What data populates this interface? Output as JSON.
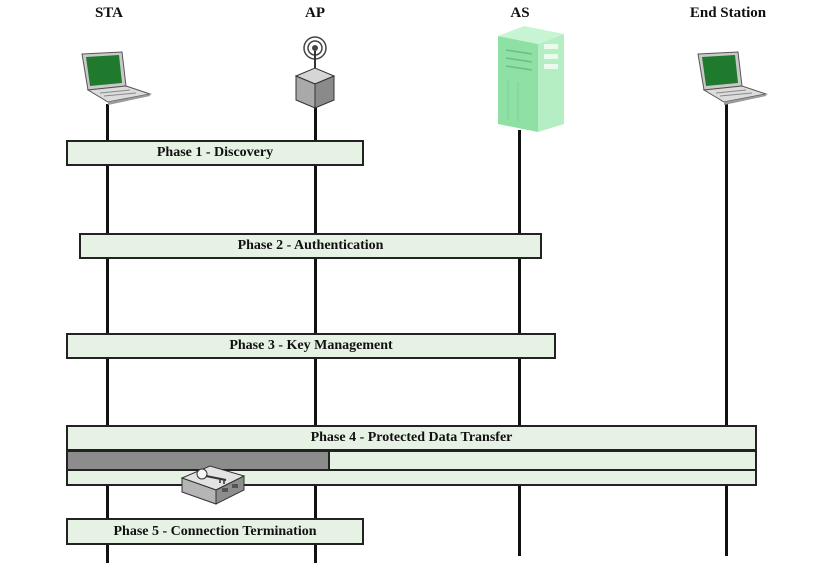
{
  "entities": {
    "sta": "STA",
    "ap": "AP",
    "as": "AS",
    "end_station": "End Station"
  },
  "phases": {
    "p1": "Phase 1 - Discovery",
    "p2": "Phase 2 - Authentication",
    "p3": "Phase 3 - Key Management",
    "p4": "Phase 4 - Protected Data Transfer",
    "p5": "Phase 5 - Connection Termination"
  },
  "icons": {
    "sta": "laptop-icon",
    "ap": "access-point-icon",
    "as": "server-icon",
    "end_station": "laptop-icon",
    "encryption": "key-device-icon"
  },
  "colors": {
    "phase_fill": "#e6f2e4",
    "secure_segment": "#8c8c8c",
    "server_green": "#8fe0a4",
    "laptop_screen": "#1f7a2e"
  }
}
